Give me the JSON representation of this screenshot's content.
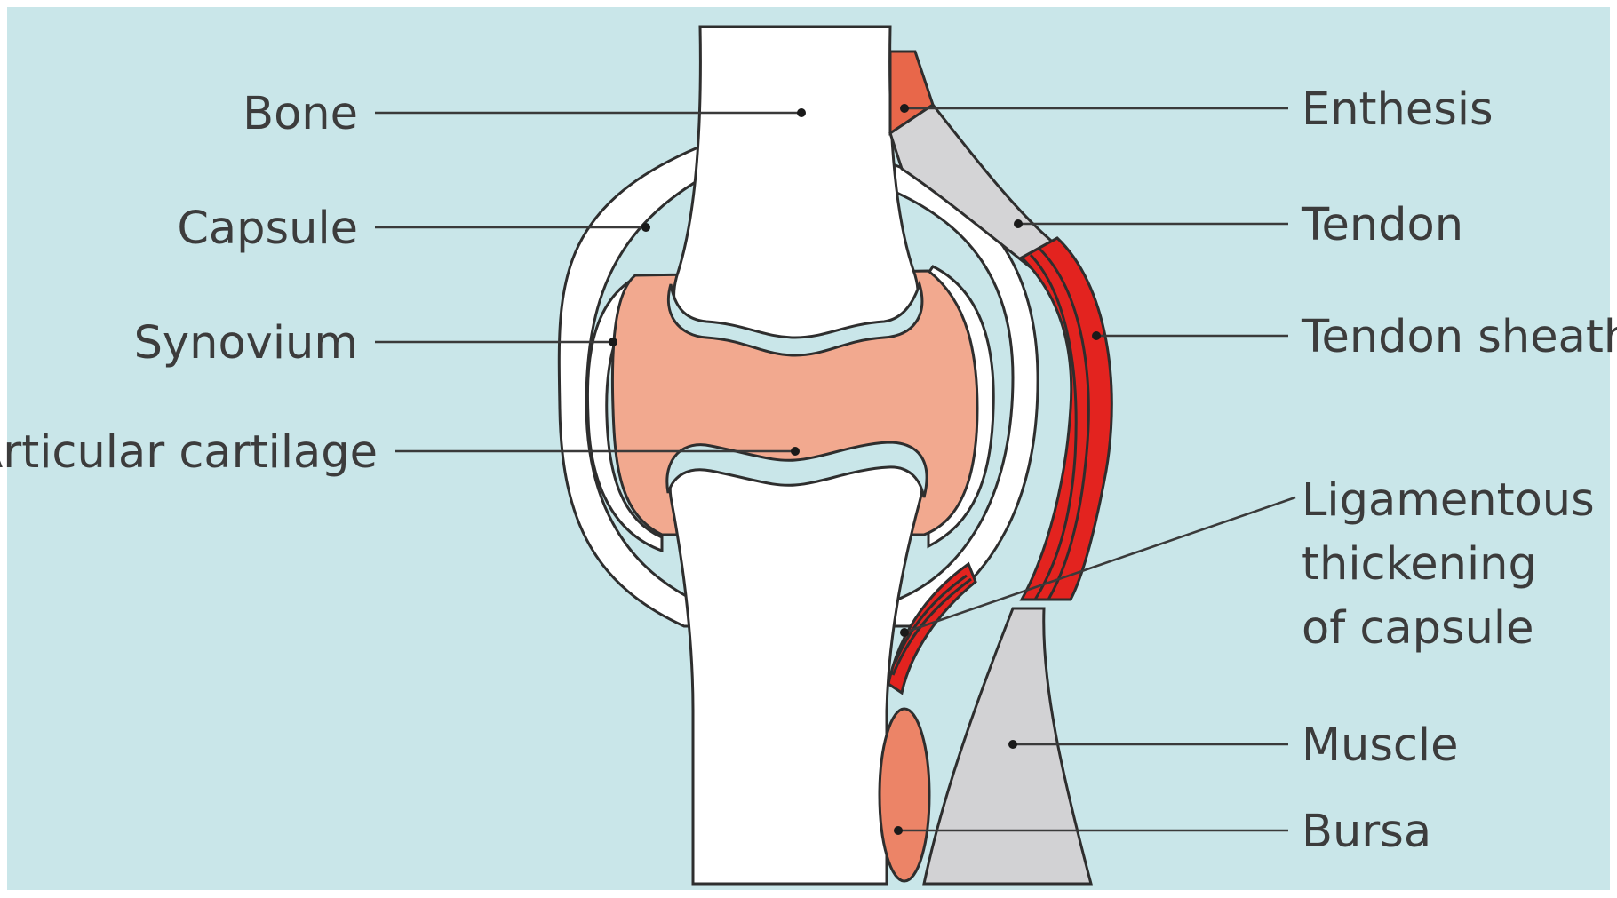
{
  "labels": {
    "bone": "Bone",
    "capsule": "Capsule",
    "synovium": "Synovium",
    "articular_cartilage": "Articular cartilage",
    "enthesis": "Enthesis",
    "tendon": "Tendon",
    "tendon_sheath": "Tendon sheath",
    "ligamentous_thickening": [
      "Ligamentous",
      "thickening",
      "of capsule"
    ],
    "muscle": "Muscle",
    "bursa": "Bursa"
  },
  "colors": {
    "background": "#c9e6e9",
    "bone": "#ffffff",
    "synovial_space": "#f2a98f",
    "enthesis": "#e8674a",
    "tendon": "#d4d4d6",
    "tendon_sheath": "#e3231f",
    "muscle": "#d2d2d4",
    "bursa": "#ec8467",
    "cartilage": "#c9e6e9"
  }
}
